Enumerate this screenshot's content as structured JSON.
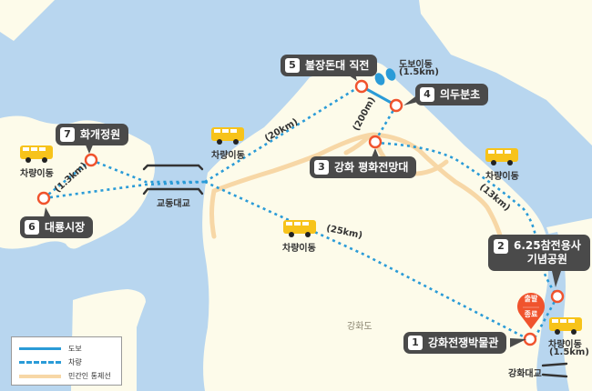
{
  "map": {
    "island_name": "강화도",
    "colors": {
      "sea": "#b8d6ef",
      "land": "#fdfbea",
      "route_walk": "#2a9bd7",
      "route_car": "#2a9bd7",
      "civilian_line": "#f7d7a6",
      "marker": "#f0532d",
      "label_bg": "#4a4a4a",
      "bus": "#f7c31a"
    },
    "stops": [
      {
        "num": "1",
        "name": "강화전쟁박물관"
      },
      {
        "num": "2",
        "name": "6.25참전용사",
        "name2": "기념공원"
      },
      {
        "num": "3",
        "name": "강화 평화전망대"
      },
      {
        "num": "4",
        "name": "의두분초"
      },
      {
        "num": "5",
        "name": "불장돈대 직전"
      },
      {
        "num": "6",
        "name": "대룡시장"
      },
      {
        "num": "7",
        "name": "화개정원"
      }
    ],
    "start_pin": {
      "top": "출발",
      "bottom": "종료"
    },
    "bridges": [
      {
        "name": "교동대교"
      },
      {
        "name": "강화대교"
      }
    ],
    "transport_labels": {
      "car": "차량이동",
      "walk": "도보이동"
    },
    "distances": {
      "d_1_3km": "(1.3km)",
      "d_20km": "(20km)",
      "d_25km": "(25km)",
      "d_200m": "(200m)",
      "d_13km": "(13km)",
      "d_walk": "(1.5km)",
      "d_car_1_5km": "(1.5km)"
    },
    "legend": {
      "walk": "도보",
      "car": "차량",
      "civilian_line": "민간인 통제선"
    }
  }
}
